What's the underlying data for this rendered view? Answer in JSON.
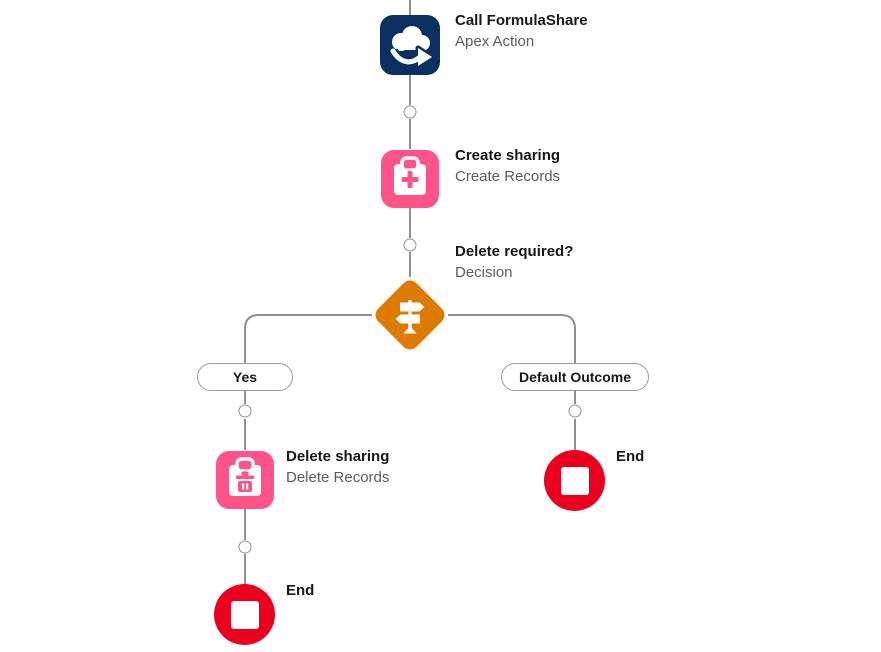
{
  "colors": {
    "canvas_bg": "#ffffff",
    "apex_navy": "#0b3060",
    "record_pink": "#ff538a",
    "decision_orange": "#dd7a01",
    "end_red": "#ea001e",
    "connector_gray": "#919191",
    "node_title": "#181818",
    "node_subtitle": "#5c5c5c",
    "pill_border": "#9b9b9b"
  },
  "flow": {
    "apex_node": {
      "title": "Call FormulaShare",
      "subtitle": "Apex Action"
    },
    "create_node": {
      "title": "Create sharing",
      "subtitle": "Create Records"
    },
    "decision_node": {
      "title": "Delete required?",
      "subtitle": "Decision"
    },
    "branch_yes": {
      "label": "Yes"
    },
    "branch_default": {
      "label": "Default Outcome"
    },
    "delete_node": {
      "title": "Delete sharing",
      "subtitle": "Delete Records"
    },
    "end_right": {
      "label": "End"
    },
    "end_bottom": {
      "label": "End"
    }
  },
  "icons": {
    "apex": "cloud-arrow-icon",
    "create": "clipboard-plus-icon",
    "decision": "signpost-icon",
    "delete": "clipboard-trash-icon",
    "end": "stop-square-icon",
    "add": "add-node-circle"
  }
}
